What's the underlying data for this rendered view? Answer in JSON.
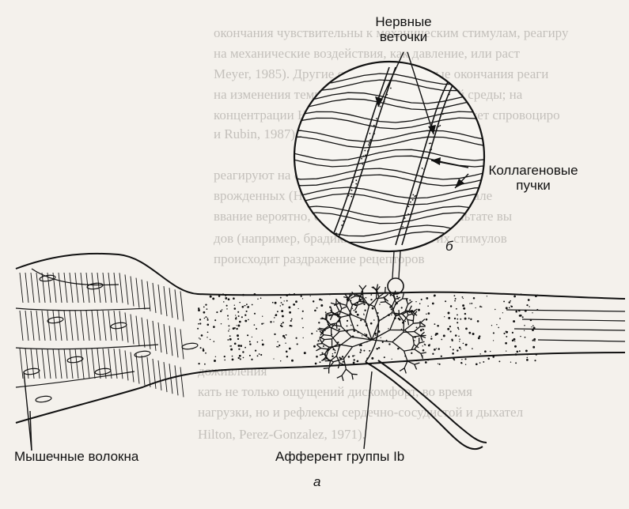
{
  "labels": {
    "nerve_branches": [
      "Нервные",
      "веточки"
    ],
    "collagen_bundles": [
      "Коллагеновые",
      "пучки"
    ],
    "muscle_fibers": "Мышечные волокна",
    "afferent": "Афферент группы Ib",
    "panel_a": "а",
    "panel_b": "б"
  },
  "background_text": [
    "окончания чувствительны к механическим стимулам, реагиру",
    "на механические воздействия, как давление, или раст",
    "Meyer, 1985). Другие свободные нервные окончания реаги",
    "на изменения температуры или химической среды; на",
    "концентрации H+ или молочной кислоты может спровоциро",
    "и Rubin, 1987). Свободные нервные окончания",
    "реагируют на стимулы, в ответ на стимулы, сп",
    "врожденных (Hinney, Sabeke, 1989). Это воспале",
    "ввание вероятно, свидетельствуется и результате вы",
    "дов (например, брадикинина) или других стимулов",
    "происходит раздражение рецепторов",
    "",
    "",
    "",
    "доживления",
    "кать не только ощущений дискомфорт, во время",
    "нагрузки, но и рефлексы сердечно-сосудистой и дыхател",
    "Hilton, Perez-Gonzalez, 1971)."
  ]
}
